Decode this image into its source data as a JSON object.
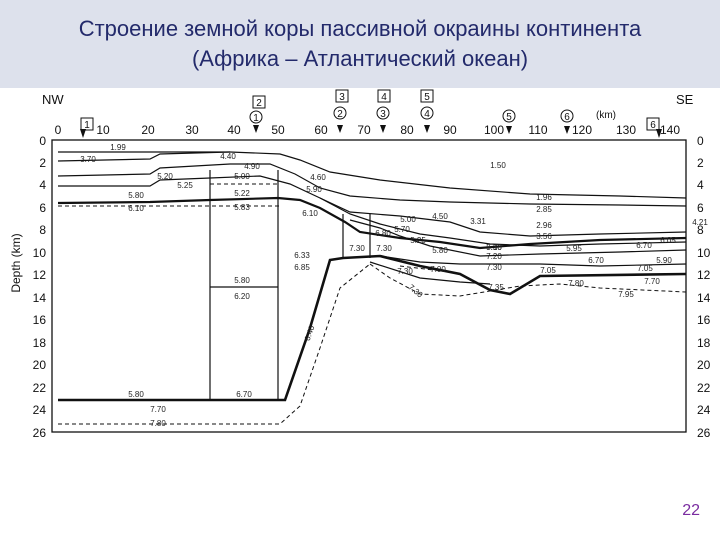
{
  "slide": {
    "title_line1": "Строение земной коры пассивной окраины континента",
    "title_line2": "(Африка – Атлантический океан)",
    "page_number": "22"
  },
  "figure": {
    "nw_label": "NW",
    "se_label": "SE",
    "km_unit": "(km)",
    "y_axis_label": "Depth (km)",
    "x_ticks": [
      "0",
      "10",
      "20",
      "30",
      "40",
      "50",
      "60",
      "70",
      "80",
      "90",
      "100",
      "110",
      "120",
      "130",
      "140"
    ],
    "y_ticks": [
      "0",
      "2",
      "4",
      "6",
      "8",
      "10",
      "12",
      "14",
      "16",
      "18",
      "20",
      "22",
      "24",
      "26"
    ],
    "y_ticks_right": [
      "0",
      "2",
      "4",
      "6",
      "8",
      "10",
      "12",
      "14",
      "16",
      "18",
      "20",
      "22",
      "24",
      "26"
    ],
    "stations": [
      {
        "box": "1",
        "circle": ""
      },
      {
        "box": "2",
        "circle": "1"
      },
      {
        "box": "3",
        "circle": "2"
      },
      {
        "box": "4",
        "circle": "3"
      },
      {
        "box": "5",
        "circle": "4"
      },
      {
        "box": "",
        "circle": "5"
      },
      {
        "box": "",
        "circle": "6"
      },
      {
        "box": "6",
        "circle": ""
      }
    ],
    "velocities": [
      "1.99",
      "3.70",
      "4.40",
      "4.90",
      "5.20",
      "5.25",
      "5.80",
      "6.10",
      "5.00",
      "5.22",
      "5.83",
      "4.60",
      "5.90",
      "6.10",
      "6.33",
      "6.85",
      "5.80",
      "6.20",
      "5.80",
      "6.70",
      "7.70",
      "7.80",
      "1.50",
      "1.96",
      "2.85",
      "2.96",
      "3.56",
      "3.31",
      "4.50",
      "5.00",
      "5.70",
      "5.25",
      "5.80",
      "6.80",
      "7.30",
      "7.30",
      "7.30",
      "7.00",
      "7.30",
      "7.20",
      "7.30",
      "7.35",
      "5.10",
      "5.95",
      "6.70",
      "6.70",
      "5.90",
      "6.05",
      "4.21",
      "7.05",
      "7.80",
      "7.70",
      "7.05",
      "7.95",
      "7.30",
      "6.40"
    ]
  }
}
